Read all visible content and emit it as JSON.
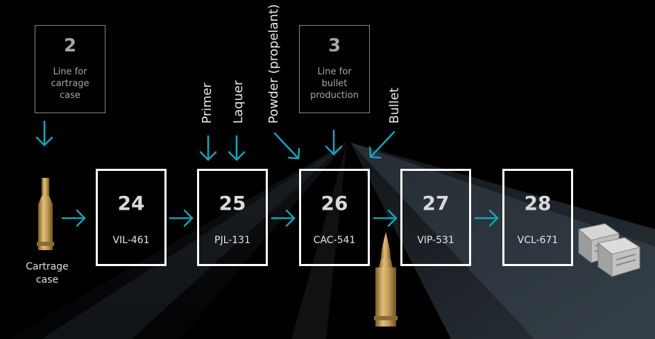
{
  "side_lines": [
    {
      "number": "2",
      "description": [
        "Line for",
        "cartrage",
        "case"
      ]
    },
    {
      "number": "3",
      "description": [
        "Line for",
        "bullet",
        "production"
      ]
    }
  ],
  "inputs": [
    "Primer",
    "Laquer",
    "Powder (propelant)",
    "Bullet"
  ],
  "stations": [
    {
      "number": "24",
      "code": "VIL-461"
    },
    {
      "number": "25",
      "code": "PJL-131"
    },
    {
      "number": "26",
      "code": "CAC-541"
    },
    {
      "number": "27",
      "code": "VIP-531"
    },
    {
      "number": "28",
      "code": "VCL-671"
    }
  ],
  "cartridge_caption": [
    "Cartrage",
    "case"
  ],
  "colors": {
    "arrow": "#1aa0b4",
    "box_border": "#ffffff",
    "side_border": "#8a8a8a",
    "brass": "#c9a25a"
  }
}
